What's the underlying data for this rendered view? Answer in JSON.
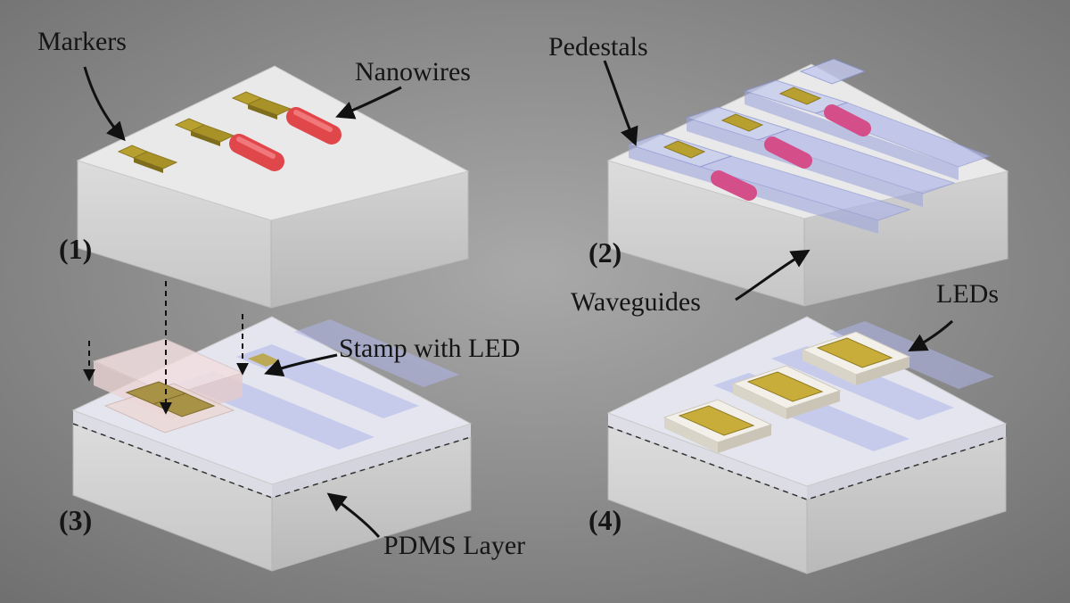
{
  "panels": [
    {
      "id": "1",
      "number": "(1)"
    },
    {
      "id": "2",
      "number": "(2)"
    },
    {
      "id": "3",
      "number": "(3)"
    },
    {
      "id": "4",
      "number": "(4)"
    }
  ],
  "labels": {
    "markers": "Markers",
    "nanowires": "Nanowires",
    "pedestals": "Pedestals",
    "waveguides": "Waveguides",
    "stamp": "Stamp with LED",
    "leds": "LEDs",
    "pdms": "PDMS Layer"
  },
  "colors": {
    "background": "#8f8f8f",
    "slab_top": "#e9e9e9",
    "marker_gold": "#b8a030",
    "nanowire_red": "#e0474a",
    "waveguide_blue": "#aeb6ea",
    "led_gold": "#c9ad3b"
  }
}
